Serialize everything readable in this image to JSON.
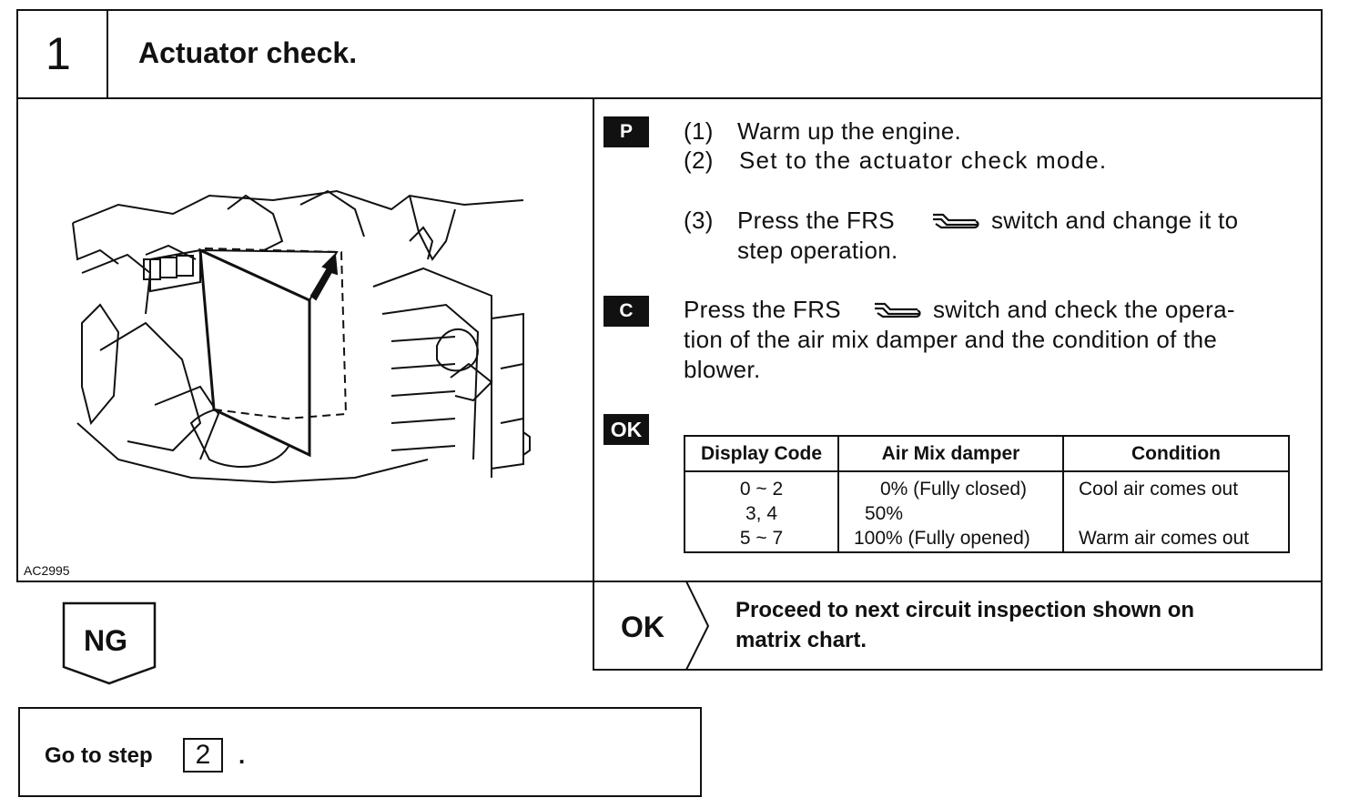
{
  "step": {
    "number": "1",
    "title": "Actuator check."
  },
  "figure": {
    "caption": "AC2995"
  },
  "tags": {
    "p": "P",
    "c": "C",
    "ok": "OK"
  },
  "instructions": {
    "i1_num": "(1)",
    "i1_text": "Warm up the engine.",
    "i2_num": "(2)",
    "i2_text": "Set to the actuator check mode.",
    "i3_num": "(3)",
    "i3_a": "Press the FRS",
    "i3_b": "switch and change it to",
    "i3_c": "step operation.",
    "c_a": "Press the FRS",
    "c_b": "switch and check the opera-",
    "c_line2": "tion of the air mix damper and the condition of the",
    "c_line3": "blower."
  },
  "table": {
    "headers": [
      "Display Code",
      "Air Mix damper",
      "Condition"
    ],
    "rows": [
      {
        "code": "0 ~ 2",
        "damper": "0% (Fully closed)",
        "condition": "Cool air comes out"
      },
      {
        "code": "3, 4",
        "damper": "50%",
        "condition": ""
      },
      {
        "code": "5 ~ 7",
        "damper": "100% (Fully opened)",
        "condition": "Warm air comes out"
      }
    ]
  },
  "ng": {
    "label": "NG"
  },
  "ok_result": {
    "label": "OK",
    "line1": "Proceed to next circuit inspection shown on",
    "line2": "matrix chart."
  },
  "goto": {
    "text": "Go to step",
    "step": "2",
    "dot": "."
  }
}
